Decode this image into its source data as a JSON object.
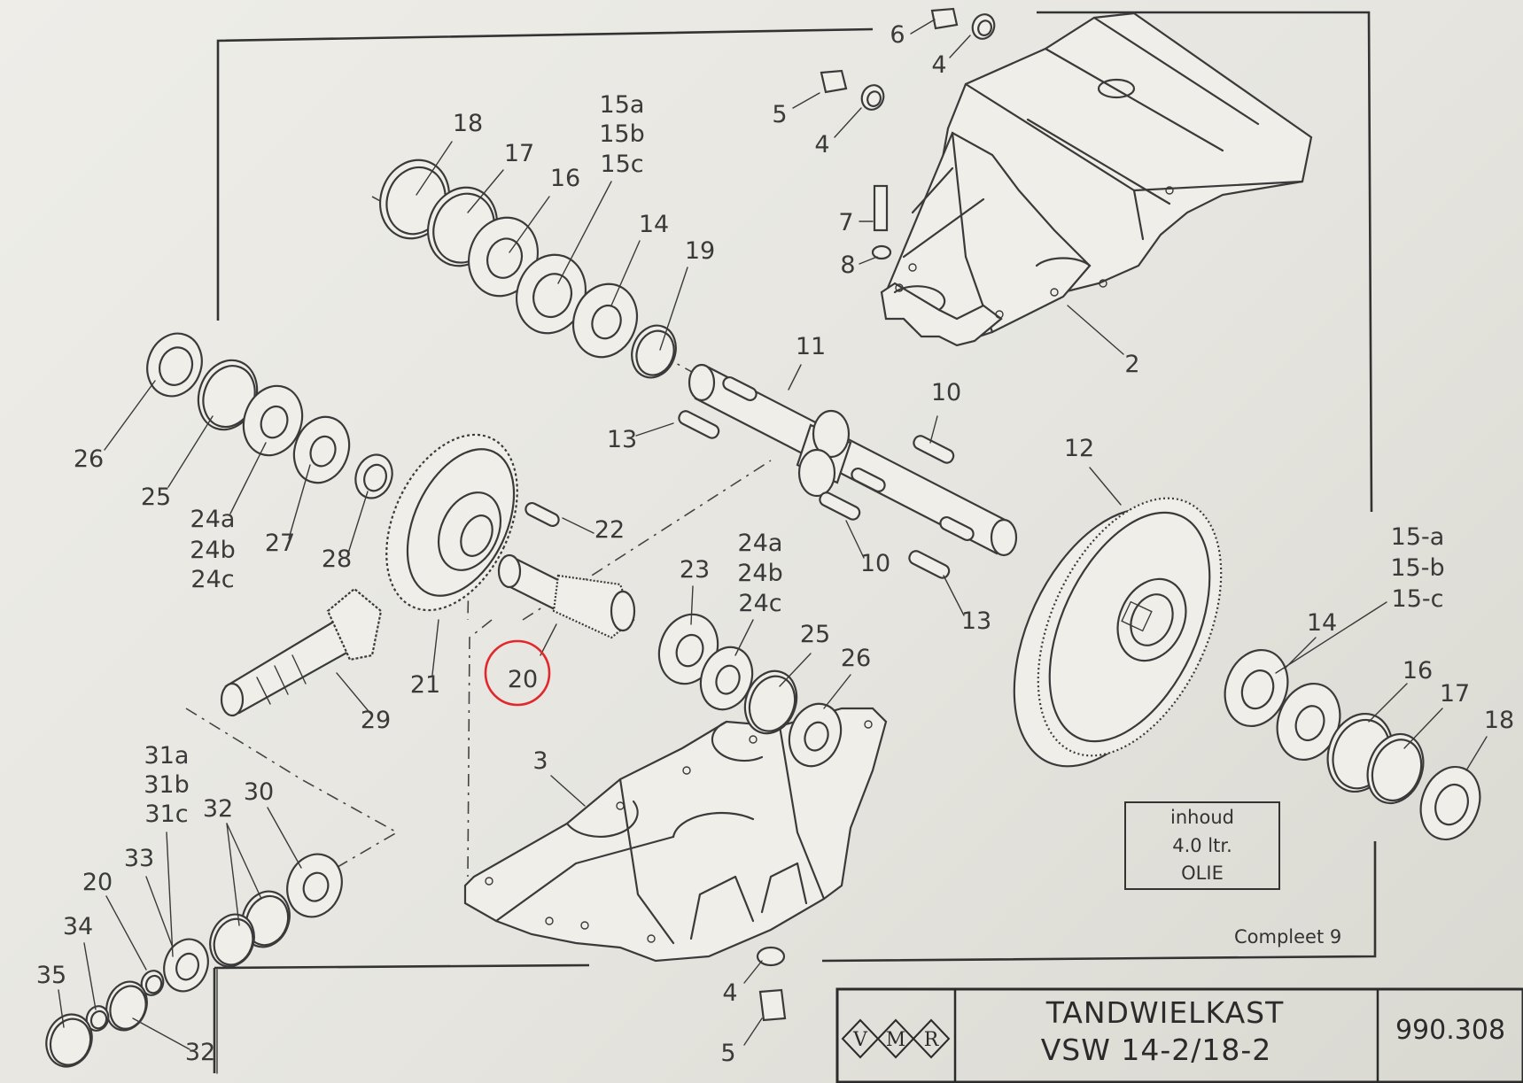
{
  "callouts": [
    {
      "id": "c6",
      "text": "6"
    },
    {
      "id": "c4a",
      "text": "4"
    },
    {
      "id": "c5a",
      "text": "5"
    },
    {
      "id": "c4b",
      "text": "4"
    },
    {
      "id": "c18a",
      "text": "18"
    },
    {
      "id": "c17a",
      "text": "17"
    },
    {
      "id": "c16a",
      "text": "16"
    },
    {
      "id": "c15a",
      "text": "15a"
    },
    {
      "id": "c15b",
      "text": "15b"
    },
    {
      "id": "c15c",
      "text": "15c"
    },
    {
      "id": "c14a",
      "text": "14"
    },
    {
      "id": "c19",
      "text": "19"
    },
    {
      "id": "c7",
      "text": "7"
    },
    {
      "id": "c8",
      "text": "8"
    },
    {
      "id": "c2",
      "text": "2"
    },
    {
      "id": "c11",
      "text": "11"
    },
    {
      "id": "c13a",
      "text": "13"
    },
    {
      "id": "c10a",
      "text": "10"
    },
    {
      "id": "c26a",
      "text": "26"
    },
    {
      "id": "c25a",
      "text": "25"
    },
    {
      "id": "c24a1",
      "text": "24a"
    },
    {
      "id": "c24b1",
      "text": "24b"
    },
    {
      "id": "c24c1",
      "text": "24c"
    },
    {
      "id": "c27",
      "text": "27"
    },
    {
      "id": "c28",
      "text": "28"
    },
    {
      "id": "c22",
      "text": "22"
    },
    {
      "id": "c12",
      "text": "12"
    },
    {
      "id": "c10b",
      "text": "10"
    },
    {
      "id": "c13b",
      "text": "13"
    },
    {
      "id": "c23",
      "text": "23"
    },
    {
      "id": "c24a2",
      "text": "24a"
    },
    {
      "id": "c24b2",
      "text": "24b"
    },
    {
      "id": "c24c2",
      "text": "24c"
    },
    {
      "id": "c25b",
      "text": "25"
    },
    {
      "id": "c26b",
      "text": "26"
    },
    {
      "id": "c15a2",
      "text": "15-a"
    },
    {
      "id": "c15b2",
      "text": "15-b"
    },
    {
      "id": "c15c2",
      "text": "15-c"
    },
    {
      "id": "c14b",
      "text": "14"
    },
    {
      "id": "c16b",
      "text": "16"
    },
    {
      "id": "c17b",
      "text": "17"
    },
    {
      "id": "c18b",
      "text": "18"
    },
    {
      "id": "c21",
      "text": "21"
    },
    {
      "id": "c20a",
      "text": "20"
    },
    {
      "id": "c29",
      "text": "29"
    },
    {
      "id": "c3",
      "text": "3"
    },
    {
      "id": "c31a",
      "text": "31a"
    },
    {
      "id": "c31b",
      "text": "31b"
    },
    {
      "id": "c31c",
      "text": "31c"
    },
    {
      "id": "c32a",
      "text": "32"
    },
    {
      "id": "c30",
      "text": "30"
    },
    {
      "id": "c33",
      "text": "33"
    },
    {
      "id": "c20b",
      "text": "20"
    },
    {
      "id": "c34",
      "text": "34"
    },
    {
      "id": "c35",
      "text": "35"
    },
    {
      "id": "c32b",
      "text": "32"
    },
    {
      "id": "c4c",
      "text": "4"
    },
    {
      "id": "c5b",
      "text": "5"
    }
  ],
  "highlight": {
    "part": "20",
    "color": "#e0282d"
  },
  "oil_box": {
    "line1": "inhoud",
    "line2": "4.0 ltr.",
    "line3": "OLIE"
  },
  "complete_note": "Compleet 9",
  "title_block": {
    "logo_letters": [
      "V",
      "M",
      "R"
    ],
    "title_line1": "TANDWIELKAST",
    "title_line2": "VSW 14-2/18-2",
    "drawing_number": "990.308"
  }
}
